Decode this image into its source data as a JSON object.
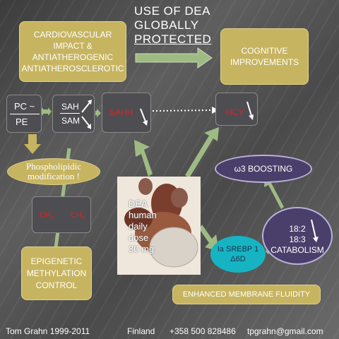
{
  "title": [
    "USE OF DEA",
    "GLOBALLY",
    "PROTECTED"
  ],
  "cardio": [
    "CARDIOVASCULAR",
    "IMPACT &",
    "ANTIATHEROGENIC",
    "ANTIATHEROSCLEROTIC"
  ],
  "cognitive": [
    "COGNITIVE",
    "IMPROVEMENTS"
  ],
  "pc": "PC ~",
  "pe": "PE",
  "sah": "SAH",
  "sam": "SAM",
  "sahh": "SAHH",
  "hcy": "HCY",
  "phospho": [
    "Phospholipidic",
    "modification !"
  ],
  "ch3_a": "CH",
  "ch3_b": "CH",
  "ch3_sub": "3",
  "epigen": [
    "EPIGENETIC",
    "METHYLATION",
    "CONTROL"
  ],
  "omega": "ω3 BOOSTING",
  "catab": [
    "18:2",
    "18:3",
    "CATABOLISM"
  ],
  "srebp": [
    "Ia SREBP 1",
    "Δ6D"
  ],
  "fluid": "ENHANCED MEMBRANE FLUIDITY",
  "dea": [
    "DEA",
    "human",
    "daily",
    "dose",
    "30 mg"
  ],
  "footer": {
    "author": "Tom Grahn 1999-2011",
    "country": "Finland",
    "phone": "+358 500 828486",
    "email": "tpgrahn@gmail.com"
  },
  "colors": {
    "gold": "#c6b460",
    "green_arrow": "#9fbb84",
    "purple": "#4a3f6a",
    "cyan": "#16b4c3",
    "red": "#e02020"
  }
}
